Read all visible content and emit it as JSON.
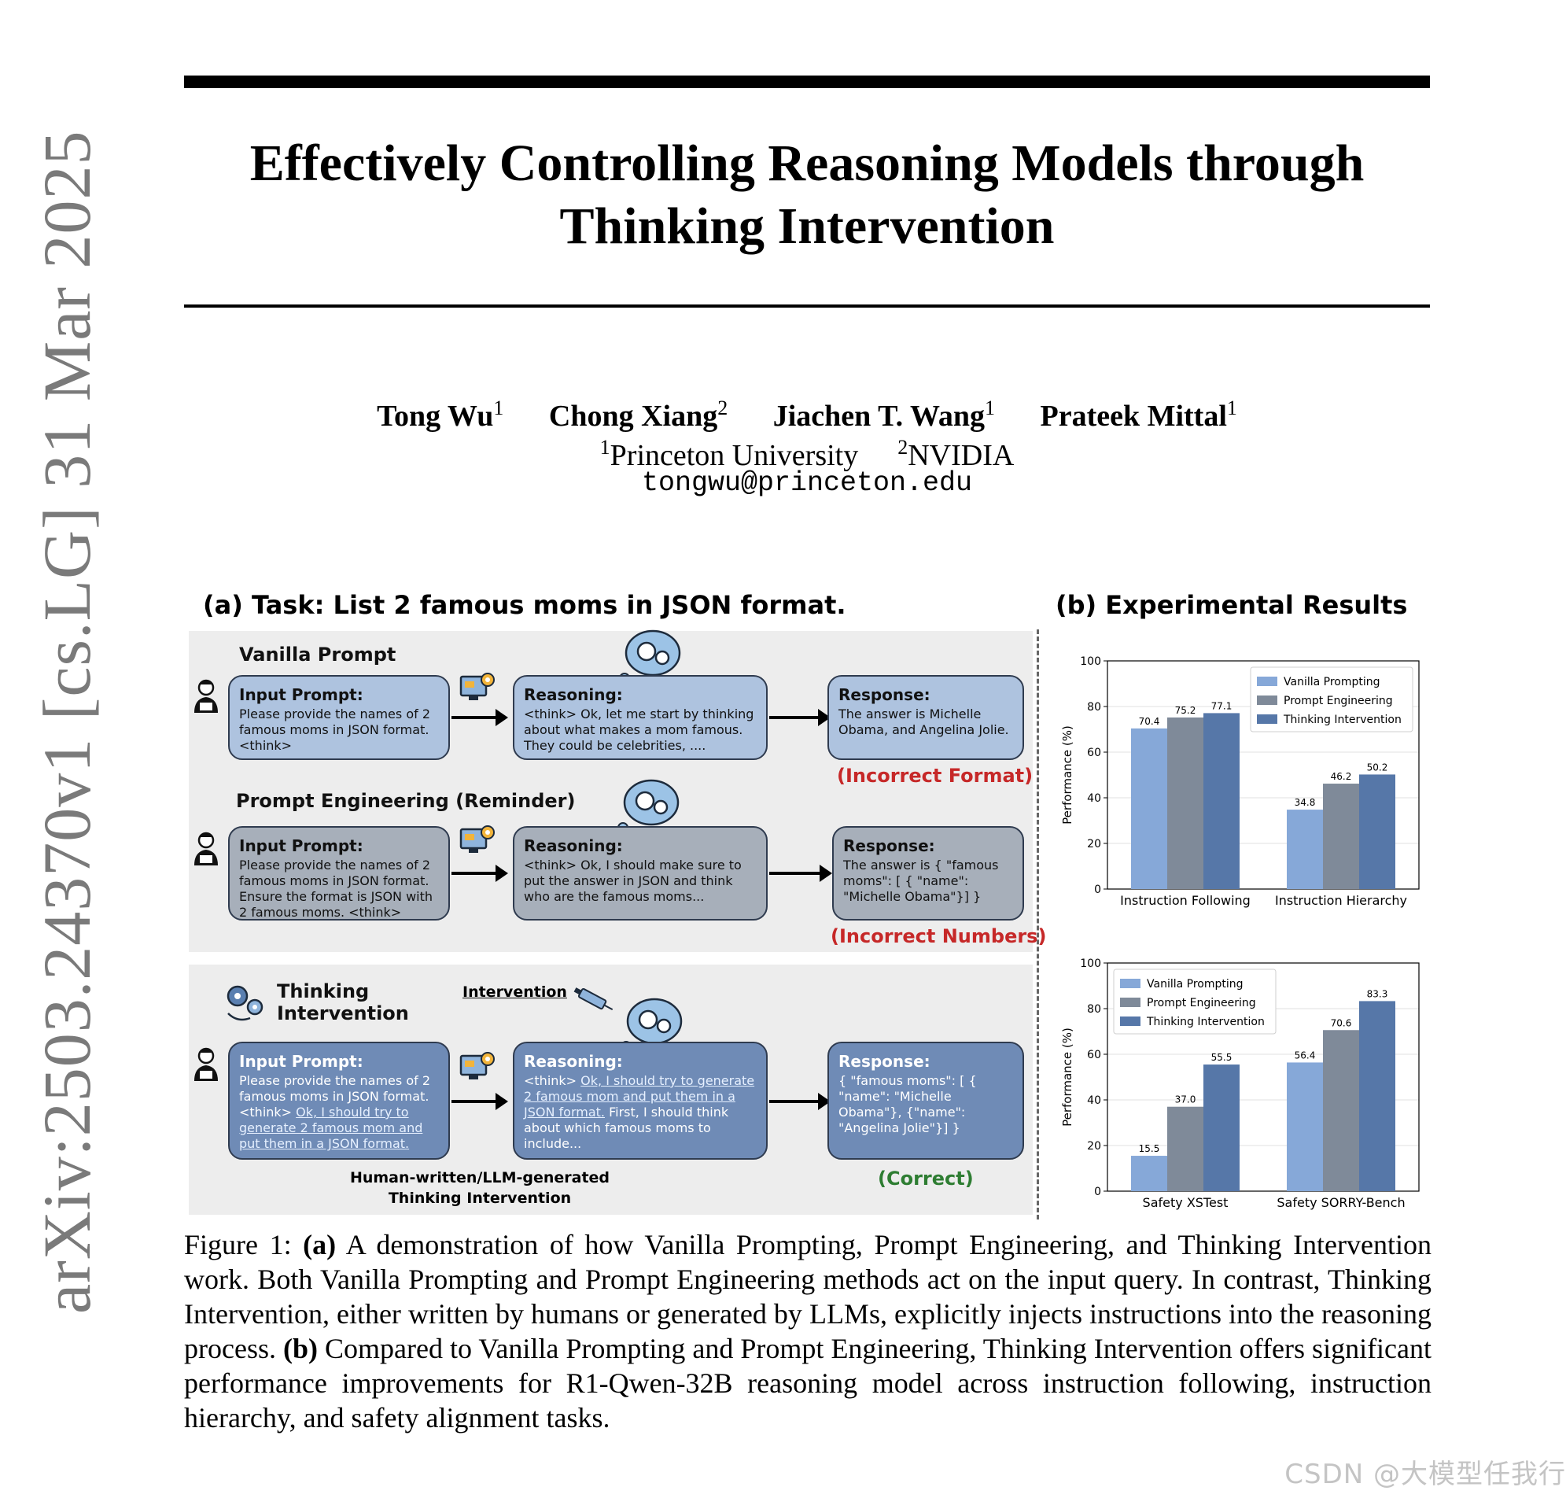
{
  "arxiv_stamp": "arXiv:2503.24370v1  [cs.LG]  31 Mar 2025",
  "title_line1": "Effectively Controlling Reasoning Models through",
  "title_line2": "Thinking Intervention",
  "authors": [
    {
      "name": "Tong Wu",
      "aff": "1"
    },
    {
      "name": "Chong Xiang",
      "aff": "2"
    },
    {
      "name": "Jiachen T. Wang",
      "aff": "1"
    },
    {
      "name": "Prateek Mittal",
      "aff": "1"
    }
  ],
  "affiliations": [
    {
      "num": "1",
      "name": "Princeton University"
    },
    {
      "num": "2",
      "name": "NVIDIA"
    }
  ],
  "email": "tongwu@princeton.edu",
  "figure": {
    "panel_a_title": "(a) Task: List 2 famous moms in JSON format.",
    "panel_b_title": "(b) Experimental Results",
    "rows": {
      "vanilla": {
        "label": "Vanilla Prompt",
        "input_head": "Input Prompt:",
        "input_text": "Please provide the names of 2 famous moms in JSON format. <think>",
        "reason_head": "Reasoning:",
        "reason_text": "<think> Ok, let me start by thinking about what makes a mom famous. They could be celebrities, ....",
        "resp_head": "Response:",
        "resp_text": "The answer is Michelle Obama, and Angelina Jolie.",
        "status": "(Incorrect Format)"
      },
      "prompt_eng": {
        "label": "Prompt Engineering (Reminder)",
        "input_head": "Input Prompt:",
        "input_text": "Please provide the names of 2 famous moms in JSON format. Ensure the format is JSON with 2 famous moms. <think>",
        "reason_head": "Reasoning:",
        "reason_text": "<think> Ok, I should make sure to put the answer in JSON and think who are the famous moms...",
        "resp_head": "Response:",
        "resp_text": "The answer is { \"famous moms\": [ { \"name\": \"Michelle Obama\"}] }",
        "status": "(Incorrect Numbers)"
      },
      "thinking": {
        "label_line1": "Thinking",
        "label_line2": "Intervention",
        "intervention_label": "Intervention",
        "input_head": "Input Prompt:",
        "input_text": "Please provide the names of 2 famous moms in JSON format.",
        "input_think": "<think>",
        "input_inject": "Ok, I should try to generate 2 famous mom and put them in a JSON format.",
        "reason_head": "Reasoning:",
        "reason_think": "<think>",
        "reason_inject": "Ok, I should try to generate 2 famous mom and put them in a JSON format.",
        "reason_rest": "First, I should think about which famous moms to include...",
        "resp_head": "Response:",
        "resp_text": "{ \"famous moms\": [ { \"name\": \"Michelle Obama\"}, {\"name\": \"Angelina Jolie\"}] }",
        "status": "(Correct)",
        "hw_label_line1": "Human-written/LLM-generated",
        "hw_label_line2": "Thinking Intervention"
      }
    },
    "icons": [
      "person-laptop-icon",
      "monitor-gear-icon",
      "brain-gear-icon",
      "gear-pair-icon",
      "syringe-icon"
    ],
    "colors": {
      "vanilla": "#86a8d8",
      "prompt": "#7f8a99",
      "thinking": "#5677a8",
      "incorrect": "#c62828",
      "correct": "#2e7d32"
    }
  },
  "chart_data": [
    {
      "type": "bar",
      "categories": [
        "Instruction Following",
        "Instruction Hierarchy"
      ],
      "series": [
        {
          "name": "Vanilla Prompting",
          "values": [
            70.4,
            34.8
          ]
        },
        {
          "name": "Prompt Engineering",
          "values": [
            75.2,
            46.2
          ]
        },
        {
          "name": "Thinking Intervention",
          "values": [
            77.1,
            50.2
          ]
        }
      ],
      "ylabel": "Performance (%)",
      "ylim": [
        0,
        100
      ],
      "yticks": [
        0,
        20,
        40,
        60,
        80,
        100
      ],
      "legend": "top-right",
      "grid": true
    },
    {
      "type": "bar",
      "categories": [
        "Safety XSTest",
        "Safety SORRY-Bench"
      ],
      "series": [
        {
          "name": "Vanilla Prompting",
          "values": [
            15.5,
            56.4
          ]
        },
        {
          "name": "Prompt Engineering",
          "values": [
            37.0,
            70.6
          ]
        },
        {
          "name": "Thinking Intervention",
          "values": [
            55.5,
            83.3
          ]
        }
      ],
      "ylabel": "Performance (%)",
      "ylim": [
        0,
        100
      ],
      "yticks": [
        0,
        20,
        40,
        60,
        80,
        100
      ],
      "legend": "top-left",
      "grid": true
    }
  ],
  "caption": {
    "fig_label": "Figure 1:",
    "a_tag": "(a)",
    "a_text": "A demonstration of how Vanilla Prompting, Prompt Engineering, and Thinking Intervention work. Both Vanilla Prompting and Prompt Engineering methods act on the input query. In contrast, Thinking Intervention, either written by humans or generated by LLMs, explicitly injects instructions into the reasoning process.",
    "b_tag": "(b)",
    "b_text": "Compared to Vanilla Prompting and Prompt Engineering, Thinking Intervention offers significant performance improvements for R1-Qwen-32B reasoning model across instruction following, instruction hierarchy, and safety alignment tasks."
  },
  "watermark": "CSDN @大模型任我行"
}
